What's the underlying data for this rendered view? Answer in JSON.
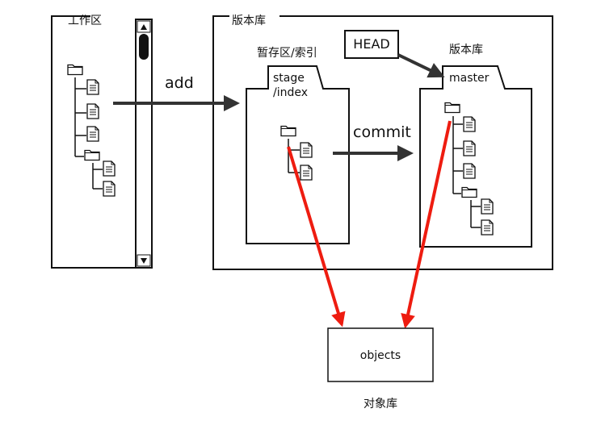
{
  "workspace": {
    "title": "工作区"
  },
  "repository": {
    "title": "版本库"
  },
  "stage": {
    "caption": "暂存区/索引",
    "tab_line1": "stage",
    "tab_line2": "/index"
  },
  "head": {
    "label": "HEAD"
  },
  "branch": {
    "caption": "版本库",
    "tab": "master"
  },
  "arrows": {
    "add": "add",
    "commit": "commit"
  },
  "objects": {
    "label": "objects",
    "caption": "对象库"
  },
  "colors": {
    "line": "#111111",
    "arrow": "#333333",
    "pointer": "#ee1c10",
    "background": "#ffffff"
  }
}
